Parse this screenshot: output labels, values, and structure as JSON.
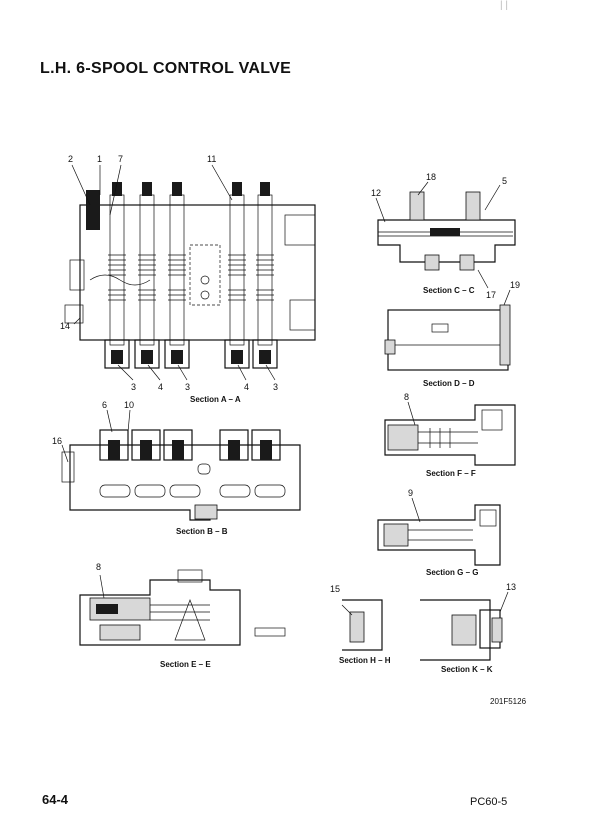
{
  "page": {
    "title": "L.H. 6-SPOOL CONTROL VALVE",
    "top_mark": "| |",
    "page_number": "64-4",
    "model": "PC60-5",
    "figure_code": "201F5126"
  },
  "sections": {
    "aa": "Section A – A",
    "bb": "Section B – B",
    "cc": "Section C – C",
    "dd": "Section D – D",
    "ee": "Section E – E",
    "ff": "Section F – F",
    "gg": "Section G – G",
    "hh": "Section H – H",
    "kk": "Section K – K"
  },
  "callouts": {
    "aa_top": [
      "2",
      "1",
      "7",
      "11"
    ],
    "aa_bottom": [
      "3",
      "4",
      "3",
      "4",
      "3"
    ],
    "aa_left": "14",
    "bb": [
      "6",
      "10",
      "16"
    ],
    "cc": [
      "18",
      "5",
      "12",
      "17"
    ],
    "dd": "19",
    "ee": "8",
    "ff": "8",
    "gg": "9",
    "hh": "15",
    "kk": "13"
  }
}
